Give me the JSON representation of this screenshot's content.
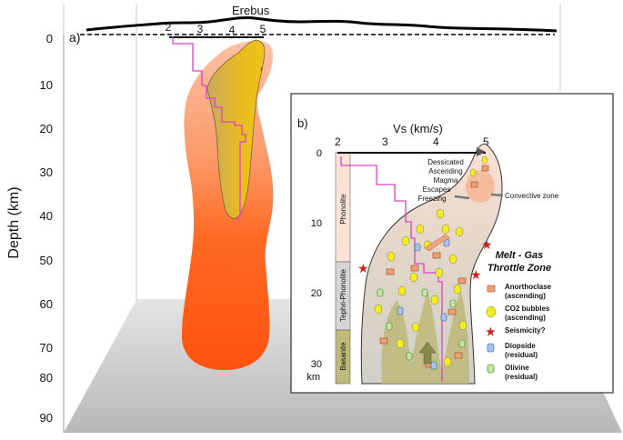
{
  "panel_a": {
    "label": "a)",
    "volcano_name": "Erebus",
    "y_axis_title": "Depth (km)",
    "depth_ticks": [
      "0",
      "10",
      "20",
      "30",
      "40",
      "50",
      "60",
      "70",
      "80",
      "90"
    ],
    "vs_ticks": [
      "2",
      "3",
      "4",
      "5"
    ],
    "colors": {
      "plume_outer": "#f9b99a",
      "plume_core": "#ff5a14",
      "chamber": "#e6b51e",
      "profile": "#e040c8"
    }
  },
  "panel_b": {
    "label": "b)",
    "vs_axis_title": "Vs (km/s)",
    "vs_ticks": [
      "2",
      "3",
      "4",
      "5"
    ],
    "depth_ticks": [
      "0",
      "10",
      "20",
      "30"
    ],
    "depth_unit": "km",
    "layers": [
      "Phonolite",
      "Tephri-Phonolite",
      "Basanite"
    ],
    "process_text": [
      "Dessicated",
      "Ascending",
      "Magma",
      "Escapes",
      "Freezing"
    ],
    "convective_zone_label": "Convective zone",
    "throttle_zone_label": [
      "Melt - Gas",
      "Throttle Zone"
    ],
    "legend": [
      {
        "icon": "anorthoclase-icon",
        "line1": "Anorthoclase",
        "line2": "(ascending)"
      },
      {
        "icon": "co2-bubble-icon",
        "line1": "CO2 bubbles",
        "line2": "(ascending)"
      },
      {
        "icon": "seismicity-star-icon",
        "line1": "Seismicity?",
        "line2": ""
      },
      {
        "icon": "diopside-icon",
        "line1": "Diopside",
        "line2": "(residual)"
      },
      {
        "icon": "olivine-icon",
        "line1": "Olivine",
        "line2": "(residual)"
      }
    ],
    "colors": {
      "phonolite": "#fbe4d6",
      "tephri": "#d5d5d5",
      "basanite": "#bfb97a",
      "star": "#d42020",
      "bubble": "#f4ec1c"
    }
  }
}
